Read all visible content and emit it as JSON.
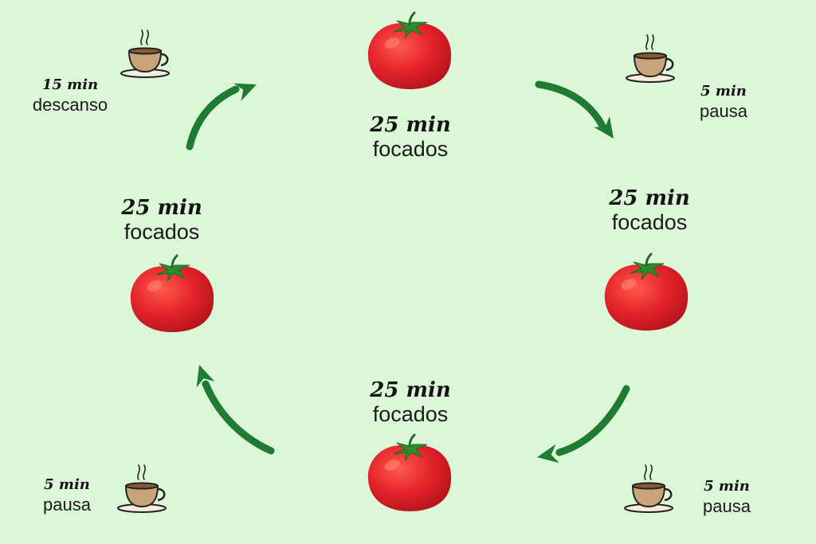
{
  "colors": {
    "background": "#dcf7d8",
    "tomato": "#e4232b",
    "leaf": "#2e8b2e",
    "arrow": "#1f7a33",
    "cup": "#c9a47a"
  },
  "icons": {
    "focus": "tomato-icon",
    "rest": "coffee-cup-icon",
    "flow": "curved-arrow-icon"
  },
  "cycle": {
    "top": {
      "time": "25 min",
      "label": "focados"
    },
    "right": {
      "time": "25 min",
      "label": "focados"
    },
    "bottom": {
      "time": "25 min",
      "label": "focados"
    },
    "left": {
      "time": "25 min",
      "label": "focados"
    },
    "top_right": {
      "time": "5 min",
      "label": "pausa"
    },
    "bottom_right": {
      "time": "5 min",
      "label": "pausa"
    },
    "bottom_left": {
      "time": "5 min",
      "label": "pausa"
    },
    "top_left": {
      "time": "15 min",
      "label": "descanso"
    }
  }
}
